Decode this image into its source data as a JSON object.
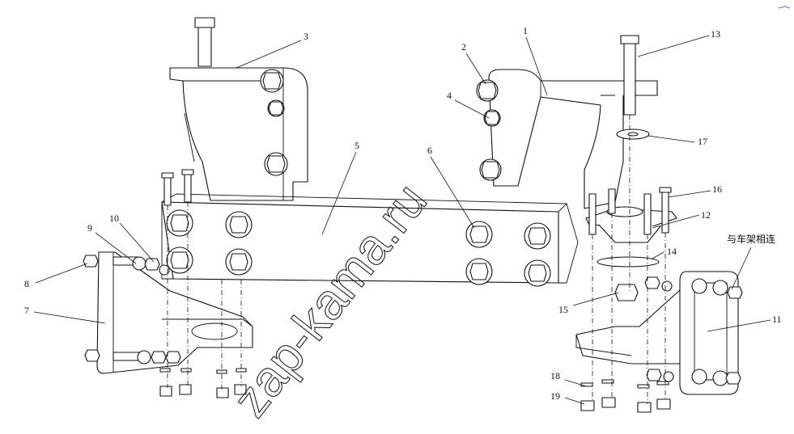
{
  "callouts": [
    {
      "id": "c1",
      "label": "1"
    },
    {
      "id": "c2",
      "label": "2"
    },
    {
      "id": "c3",
      "label": "3"
    },
    {
      "id": "c4",
      "label": "4"
    },
    {
      "id": "c5",
      "label": "5"
    },
    {
      "id": "c6",
      "label": "6"
    },
    {
      "id": "c7",
      "label": "7"
    },
    {
      "id": "c8",
      "label": "8"
    },
    {
      "id": "c9",
      "label": "9"
    },
    {
      "id": "c10",
      "label": "10"
    },
    {
      "id": "c11",
      "label": "11"
    },
    {
      "id": "c12",
      "label": "12"
    },
    {
      "id": "c13",
      "label": "13"
    },
    {
      "id": "c14",
      "label": "14"
    },
    {
      "id": "c15",
      "label": "15"
    },
    {
      "id": "c16",
      "label": "16"
    },
    {
      "id": "c17",
      "label": "17"
    },
    {
      "id": "c18",
      "label": "18"
    },
    {
      "id": "c19",
      "label": "19"
    }
  ],
  "frame_note": "与车架相连",
  "watermark": "zap-kama.ru"
}
